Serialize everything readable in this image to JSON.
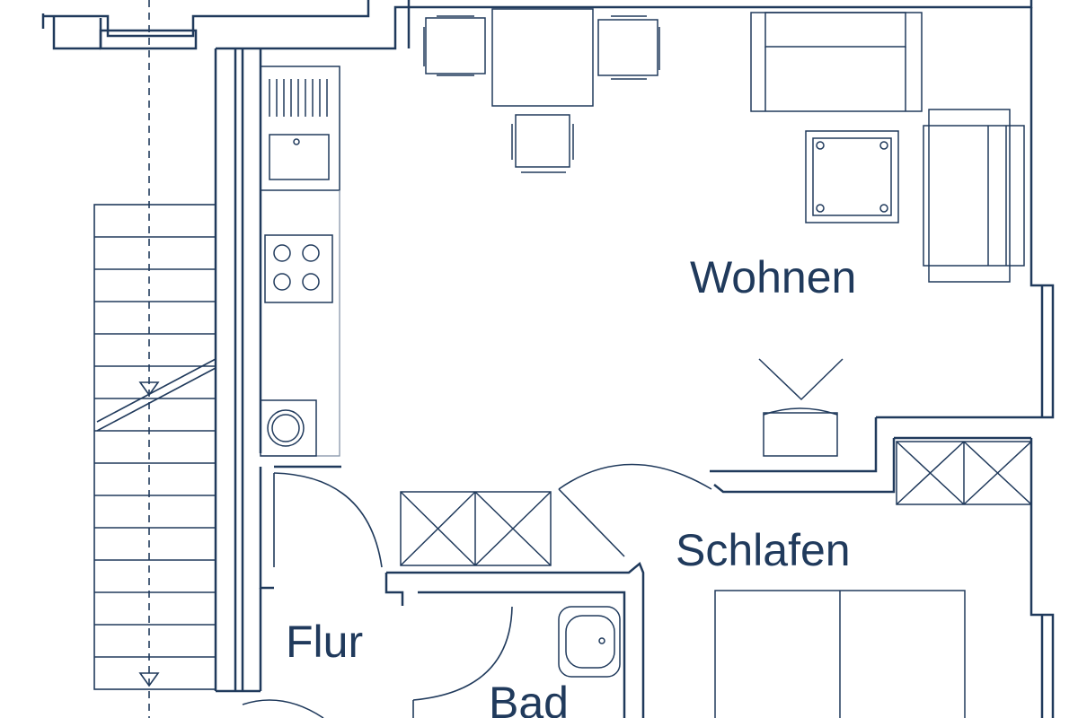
{
  "colors": {
    "line": "#203a5c",
    "text": "#203a5c",
    "background": "#ffffff"
  },
  "rooms": {
    "wohnen": "Wohnen",
    "schlafen": "Schlafen",
    "flur": "Flur",
    "bad": "Bad"
  }
}
